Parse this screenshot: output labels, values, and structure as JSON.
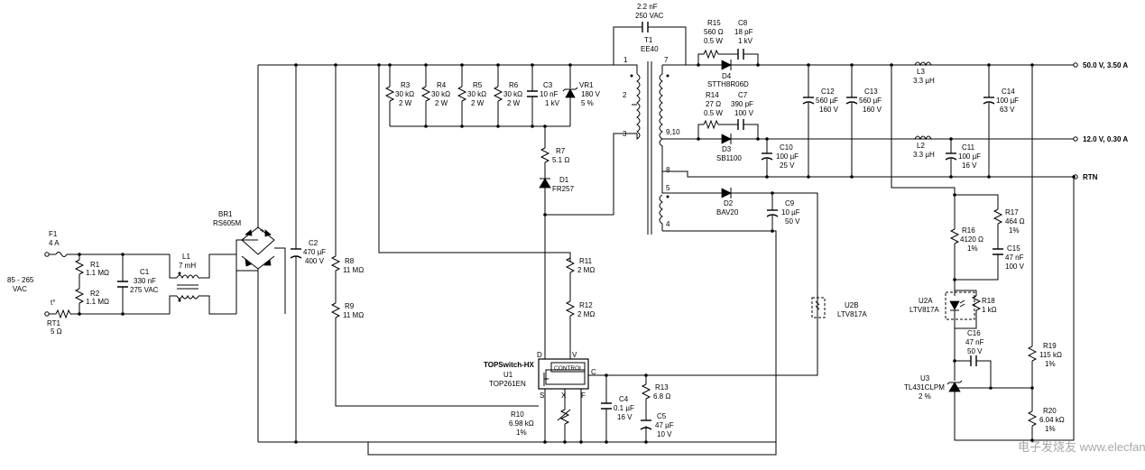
{
  "input": {
    "voltage": "85 - 265",
    "unit": "VAC"
  },
  "F1": {
    "ref": "F1",
    "val": "4 A"
  },
  "RT1": {
    "ref": "RT1",
    "val": "5 Ω",
    "sym": "t°"
  },
  "R1": {
    "ref": "R1",
    "val": "1.1 MΩ"
  },
  "R2": {
    "ref": "R2",
    "val": "1.1 MΩ"
  },
  "C1": {
    "ref": "C1",
    "val": "330 nF",
    "v": "275 VAC"
  },
  "L1": {
    "ref": "L1",
    "val": "7 mH"
  },
  "BR1": {
    "ref": "BR1",
    "val": "RS605M",
    "plus": "+"
  },
  "C2": {
    "ref": "C2",
    "val": "470 µF",
    "v": "400 V"
  },
  "R8": {
    "ref": "R8",
    "val": "11 MΩ"
  },
  "R9": {
    "ref": "R9",
    "val": "11 MΩ"
  },
  "R3": {
    "ref": "R3",
    "val": "30 kΩ",
    "w": "2 W"
  },
  "R4": {
    "ref": "R4",
    "val": "30 kΩ",
    "w": "2 W"
  },
  "R5": {
    "ref": "R5",
    "val": "30 kΩ",
    "w": "2 W"
  },
  "R6": {
    "ref": "R6",
    "val": "30 kΩ",
    "w": "2 W"
  },
  "C3": {
    "ref": "C3",
    "val": "10 nF",
    "v": "1 kV"
  },
  "VR1": {
    "ref": "VR1",
    "val": "180 V",
    "tol": "5 %"
  },
  "R7": {
    "ref": "R7",
    "val": "5.1 Ω"
  },
  "D1": {
    "ref": "D1",
    "val": "FR257"
  },
  "R11": {
    "ref": "R11",
    "val": "2 MΩ"
  },
  "R12": {
    "ref": "R12",
    "val": "2 MΩ"
  },
  "U1": {
    "family": "TOPSwitch-HX",
    "ref": "U1",
    "part": "TOP261EN",
    "control": "CONTROL",
    "pins": {
      "d": "D",
      "v": "V",
      "c": "C",
      "s": "S",
      "x": "X",
      "f": "F"
    }
  },
  "R10": {
    "ref": "R10",
    "val": "6.98 kΩ",
    "tol": "1%"
  },
  "C4": {
    "ref": "C4",
    "val": "0.1 µF",
    "v": "16 V"
  },
  "R13": {
    "ref": "R13",
    "val": "6.8 Ω"
  },
  "C5": {
    "ref": "C5",
    "val": "47 µF",
    "v": "10 V"
  },
  "Cy": {
    "val": "2.2 nF",
    "v": "250 VAC"
  },
  "T1": {
    "ref": "T1",
    "core": "EE40",
    "pins": {
      "p1": "1",
      "p2": "2",
      "p3": "3",
      "p7": "7",
      "p910": "9,10",
      "p8": "8",
      "p5": "5",
      "p4": "4"
    }
  },
  "R15": {
    "ref": "R15",
    "val": "560 Ω",
    "w": "0.5 W"
  },
  "C8": {
    "ref": "C8",
    "val": "18 pF",
    "v": "1 kV"
  },
  "D4": {
    "ref": "D4",
    "val": "STTH8R06D"
  },
  "R14": {
    "ref": "R14",
    "val": "27 Ω",
    "w": "0.5 W"
  },
  "C7": {
    "ref": "C7",
    "val": "390 pF",
    "v": "100 V"
  },
  "D3": {
    "ref": "D3",
    "val": "SB1100"
  },
  "D2": {
    "ref": "D2",
    "val": "BAV20"
  },
  "C9": {
    "ref": "C9",
    "val": "10 µF",
    "v": "50 V"
  },
  "C10": {
    "ref": "C10",
    "val": "100 µF",
    "v": "25 V"
  },
  "C12": {
    "ref": "C12",
    "val": "560 µF",
    "v": "160 V"
  },
  "C13": {
    "ref": "C13",
    "val": "560 µF",
    "v": "160 V"
  },
  "L3": {
    "ref": "L3",
    "val": "3.3 µH"
  },
  "L2": {
    "ref": "L2",
    "val": "3.3 µH"
  },
  "C11": {
    "ref": "C11",
    "val": "100 µF",
    "v": "16 V"
  },
  "C14": {
    "ref": "C14",
    "val": "100 µF",
    "v": "63 V"
  },
  "outputs": {
    "out50": "50.0 V, 3.50 A",
    "out12": "12.0 V, 0.30 A",
    "rtn": "RTN"
  },
  "R16": {
    "ref": "R16",
    "val": "4120 Ω",
    "tol": "1%"
  },
  "R17": {
    "ref": "R17",
    "val": "464 Ω",
    "tol": "1%"
  },
  "C15": {
    "ref": "C15",
    "val": "47 nF",
    "v": "100 V"
  },
  "U2A": {
    "ref": "U2A",
    "part": "LTV817A"
  },
  "U2B": {
    "ref": "U2B",
    "part": "LTV817A"
  },
  "R18": {
    "ref": "R18",
    "val": "1 kΩ"
  },
  "C16": {
    "ref": "C16",
    "val": "47 nF",
    "v": "50 V"
  },
  "U3": {
    "ref": "U3",
    "part": "TL431CLPM",
    "tol": "2 %"
  },
  "R19": {
    "ref": "R19",
    "val": "115 kΩ",
    "tol": "1%"
  },
  "R20": {
    "ref": "R20",
    "val": "6.04 kΩ",
    "tol": "1%"
  },
  "watermark": "电子发烧友 www.elecfans.com"
}
